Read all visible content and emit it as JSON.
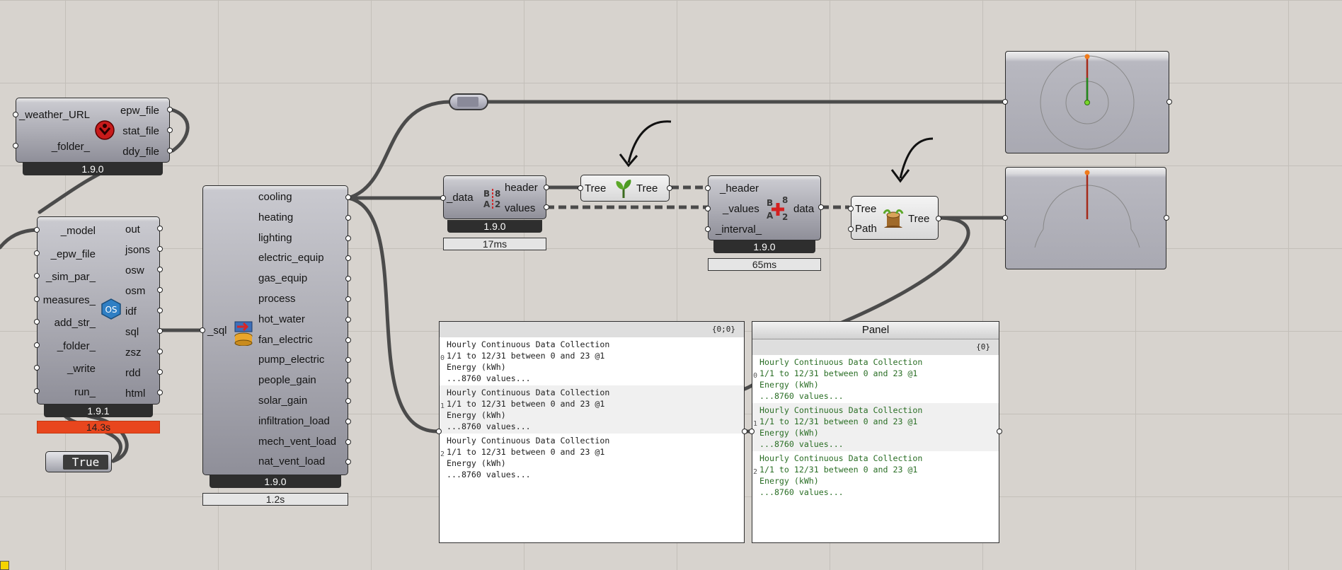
{
  "weather": {
    "inputs": [
      "_weather_URL",
      "_folder_"
    ],
    "outputs": [
      "epw_file",
      "stat_file",
      "ddy_file"
    ],
    "version": "1.9.0",
    "icon": "ladybug-download-icon"
  },
  "model": {
    "inputs": [
      "_model",
      "_epw_file",
      "_sim_par_",
      "measures_",
      "add_str_",
      "_folder_",
      "_write",
      "run_"
    ],
    "outputs": [
      "out",
      "jsons",
      "osw",
      "osm",
      "idf",
      "sql",
      "zsz",
      "rdd",
      "html"
    ],
    "version": "1.9.1",
    "timer": "14.3s",
    "toggle_label": "True",
    "icon": "openstudio-icon"
  },
  "sql": {
    "input": "_sql",
    "version": "1.9.0",
    "timer": "1.2s",
    "icon": "read-results-icon"
  },
  "sql_outputs": [
    "cooling",
    "heating",
    "lighting",
    "electric_equip",
    "gas_equip",
    "process",
    "hot_water",
    "fan_electric",
    "pump_electric",
    "people_gain",
    "solar_gain",
    "infiltration_load",
    "mech_vent_load",
    "nat_vent_load"
  ],
  "deconstruct": {
    "input": "_data",
    "outputs": [
      "header",
      "values"
    ],
    "version": "1.9.0",
    "timer": "17ms",
    "icon": "deconstruct-data-icon",
    "icon_text": [
      "B",
      "A",
      "8",
      "2"
    ]
  },
  "flatten": {
    "input": "Tree",
    "output": "Tree",
    "icon": "flatten-tree-icon"
  },
  "construct": {
    "inputs": [
      "_header",
      "_values",
      "_interval_"
    ],
    "output": "data",
    "version": "1.9.0",
    "timer": "65ms",
    "icon": "construct-data-icon",
    "icon_text": [
      "B",
      "A",
      "8",
      "2"
    ]
  },
  "graft": {
    "inputs": [
      "Tree",
      "Path"
    ],
    "output": "Tree",
    "icon": "simplify-tree-icon"
  },
  "panel1": {
    "path": "{0;0}",
    "entries": [
      {
        "index": "0",
        "lines": [
          "Hourly Continuous Data Collection",
          "1/1 to 12/31 between 0 and 23 @1",
          "Energy (kWh)",
          "...8760 values..."
        ]
      },
      {
        "index": "1",
        "lines": [
          "Hourly Continuous Data Collection",
          "1/1 to 12/31 between 0 and 23 @1",
          "Energy (kWh)",
          "...8760 values..."
        ]
      },
      {
        "index": "2",
        "lines": [
          "Hourly Continuous Data Collection",
          "1/1 to 12/31 between 0 and 23 @1",
          "Energy (kWh)",
          "...8760 values..."
        ]
      }
    ]
  },
  "panel2": {
    "title": "Panel",
    "path": "{0}",
    "entries": [
      {
        "index": "0",
        "lines": [
          "Hourly Continuous Data Collection",
          "1/1 to 12/31 between 0 and 23 @1",
          "Energy (kWh)",
          "...8760 values..."
        ]
      },
      {
        "index": "1",
        "lines": [
          "Hourly Continuous Data Collection",
          "1/1 to 12/31 between 0 and 23 @1",
          "Energy (kWh)",
          "...8760 values..."
        ]
      },
      {
        "index": "2",
        "lines": [
          "Hourly Continuous Data Collection",
          "1/1 to 12/31 between 0 and 23 @1",
          "Energy (kWh)",
          "...8760 values..."
        ]
      }
    ]
  },
  "colors": {
    "canvas": "#d7d3ce",
    "grid": "#c3bfb9",
    "wire": "#4a4a4a",
    "component_dark": "#8f8f99",
    "timer_slow": "#e8461e",
    "panel_green_text": "#2a6e25",
    "needle_red": "#a52a1a",
    "needle_green": "#1f8a1f"
  }
}
